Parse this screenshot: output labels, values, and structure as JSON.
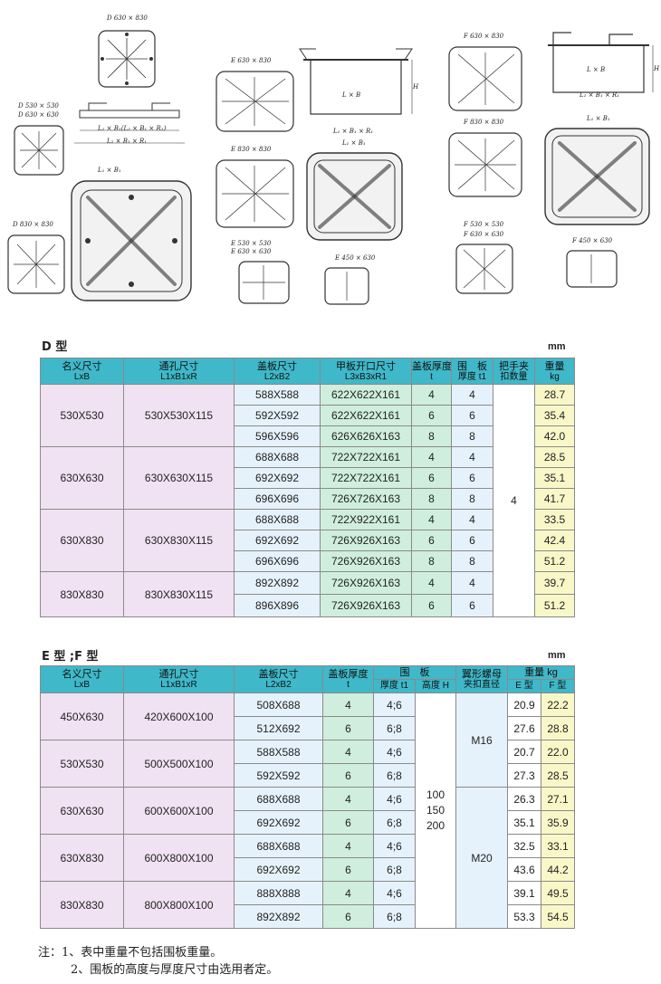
{
  "drawing_labels": {
    "d630": "D 630 × 830",
    "d530": "D 530 × 530",
    "d630b": "D 630 × 630",
    "d830": "D 830 × 830",
    "dim_lb1": "L₁ × B₁(L₂ × B₁ × R₁)",
    "dim_lb2": "L₂ × B₁ × R₁",
    "dim_l1b1": "L₁ × B₁",
    "e630": "E 630 × 830",
    "e830": "E 830 × 830",
    "e530": "E 530 × 530",
    "e630b": "E 630 × 630",
    "e450": "E 450 × 630",
    "elb": "L × B",
    "elb1": "L₁ × B₁ × R₁",
    "el1b1": "L₁ × B₁",
    "eh": "H",
    "f630": "F 630 × 830",
    "f830": "F 830 × 830",
    "f530": "F 530 × 530",
    "f630b": "F 630 × 630",
    "f450": "F 450 × 630",
    "flb": "L × B",
    "flb1": "L₁ × B₁ × R₁",
    "fl1b1": "L₁ × B₁",
    "fh": "H"
  },
  "d_table": {
    "title": "D 型",
    "unit": "mm",
    "headers": {
      "c1a": "名义尺寸",
      "c1b": "LxB",
      "c2a": "通孔尺寸",
      "c2b": "L1xB1xR",
      "c3a": "盖板尺寸",
      "c3b": "L2xB2",
      "c4a": "甲板开口尺寸",
      "c4b": "L3xB3xR1",
      "c5a": "盖板厚度",
      "c5b": "t",
      "c6a": "围　板",
      "c6b": "厚度 t1",
      "c7a": "把手夹",
      "c7b": "扣数量",
      "c8a": "重量",
      "c8b": "kg"
    },
    "groups": [
      {
        "nominal": "530X530",
        "hole": "530X530X115",
        "rows": [
          {
            "cover": "588X588",
            "opening": "622X622X161",
            "t": "4",
            "t1": "4",
            "kg": "28.7"
          },
          {
            "cover": "592X592",
            "opening": "622X622X161",
            "t": "6",
            "t1": "6",
            "kg": "35.4"
          },
          {
            "cover": "596X596",
            "opening": "626X626X163",
            "t": "8",
            "t1": "8",
            "kg": "42.0"
          }
        ]
      },
      {
        "nominal": "630X630",
        "hole": "630X630X115",
        "rows": [
          {
            "cover": "688X688",
            "opening": "722X722X161",
            "t": "4",
            "t1": "4",
            "kg": "28.5"
          },
          {
            "cover": "692X692",
            "opening": "722X722X161",
            "t": "6",
            "t1": "6",
            "kg": "35.1"
          },
          {
            "cover": "696X696",
            "opening": "726X726X163",
            "t": "8",
            "t1": "8",
            "kg": "41.7"
          }
        ]
      },
      {
        "nominal": "630X830",
        "hole": "630X830X115",
        "rows": [
          {
            "cover": "688X688",
            "opening": "722X922X161",
            "t": "4",
            "t1": "4",
            "kg": "33.5"
          },
          {
            "cover": "692X692",
            "opening": "726X926X163",
            "t": "6",
            "t1": "6",
            "kg": "42.4"
          },
          {
            "cover": "696X696",
            "opening": "726X926X163",
            "t": "8",
            "t1": "8",
            "kg": "51.2"
          }
        ]
      },
      {
        "nominal": "830X830",
        "hole": "830X830X115",
        "rows": [
          {
            "cover": "892X892",
            "opening": "726X926X163",
            "t": "4",
            "t1": "4",
            "kg": "39.7"
          },
          {
            "cover": "896X896",
            "opening": "726X926X163",
            "t": "6",
            "t1": "6",
            "kg": "51.2"
          }
        ]
      }
    ],
    "clamp_count": "4"
  },
  "ef_table": {
    "title": "E 型 ;F 型",
    "unit": "mm",
    "headers": {
      "c1a": "名义尺寸",
      "c1b": "LxB",
      "c2a": "通孔尺寸",
      "c2b": "L1xB1xR",
      "c3a": "盖板尺寸",
      "c3b": "L2xB2",
      "c4a": "盖板厚度",
      "c4b": "t",
      "c5a": "围　板",
      "c5b": "厚度 t1",
      "c5c": "高度 H",
      "c6a": "翼形螺母",
      "c6b": "夹扣直径",
      "c7a": "重量 kg",
      "c7b": "E 型",
      "c7c": "F 型"
    },
    "groups": [
      {
        "nominal": "450X630",
        "hole": "420X600X100",
        "rows": [
          {
            "cover": "508X688",
            "t": "4",
            "t1": "4;6",
            "e": "20.9",
            "f": "22.2"
          },
          {
            "cover": "512X692",
            "t": "6",
            "t1": "6;8",
            "e": "27.6",
            "f": "28.8"
          }
        ]
      },
      {
        "nominal": "530X530",
        "hole": "500X500X100",
        "rows": [
          {
            "cover": "588X588",
            "t": "4",
            "t1": "4;6",
            "e": "20.7",
            "f": "22.0"
          },
          {
            "cover": "592X592",
            "t": "6",
            "t1": "6;8",
            "e": "27.3",
            "f": "28.5"
          }
        ]
      },
      {
        "nominal": "630X630",
        "hole": "600X600X100",
        "rows": [
          {
            "cover": "688X688",
            "t": "4",
            "t1": "4;6",
            "e": "26.3",
            "f": "27.1"
          },
          {
            "cover": "692X692",
            "t": "6",
            "t1": "6;8",
            "e": "35.1",
            "f": "35.9"
          }
        ]
      },
      {
        "nominal": "630X830",
        "hole": "600X800X100",
        "rows": [
          {
            "cover": "688X688",
            "t": "4",
            "t1": "4;6",
            "e": "32.5",
            "f": "33.1"
          },
          {
            "cover": "692X692",
            "t": "6",
            "t1": "6;8",
            "e": "43.6",
            "f": "44.2"
          }
        ]
      },
      {
        "nominal": "830X830",
        "hole": "800X800X100",
        "rows": [
          {
            "cover": "888X888",
            "t": "4",
            "t1": "4;6",
            "e": "39.1",
            "f": "49.5"
          },
          {
            "cover": "892X892",
            "t": "6",
            "t1": "6;8",
            "e": "53.3",
            "f": "54.5"
          }
        ]
      }
    ],
    "heights": [
      "100",
      "150",
      "200"
    ],
    "nut_m16": "M16",
    "nut_m20": "M20"
  },
  "notes": {
    "line1": "注：1、表中重量不包括围板重量。",
    "line2": "2、围板的高度与厚度尺寸由选用者定。"
  }
}
